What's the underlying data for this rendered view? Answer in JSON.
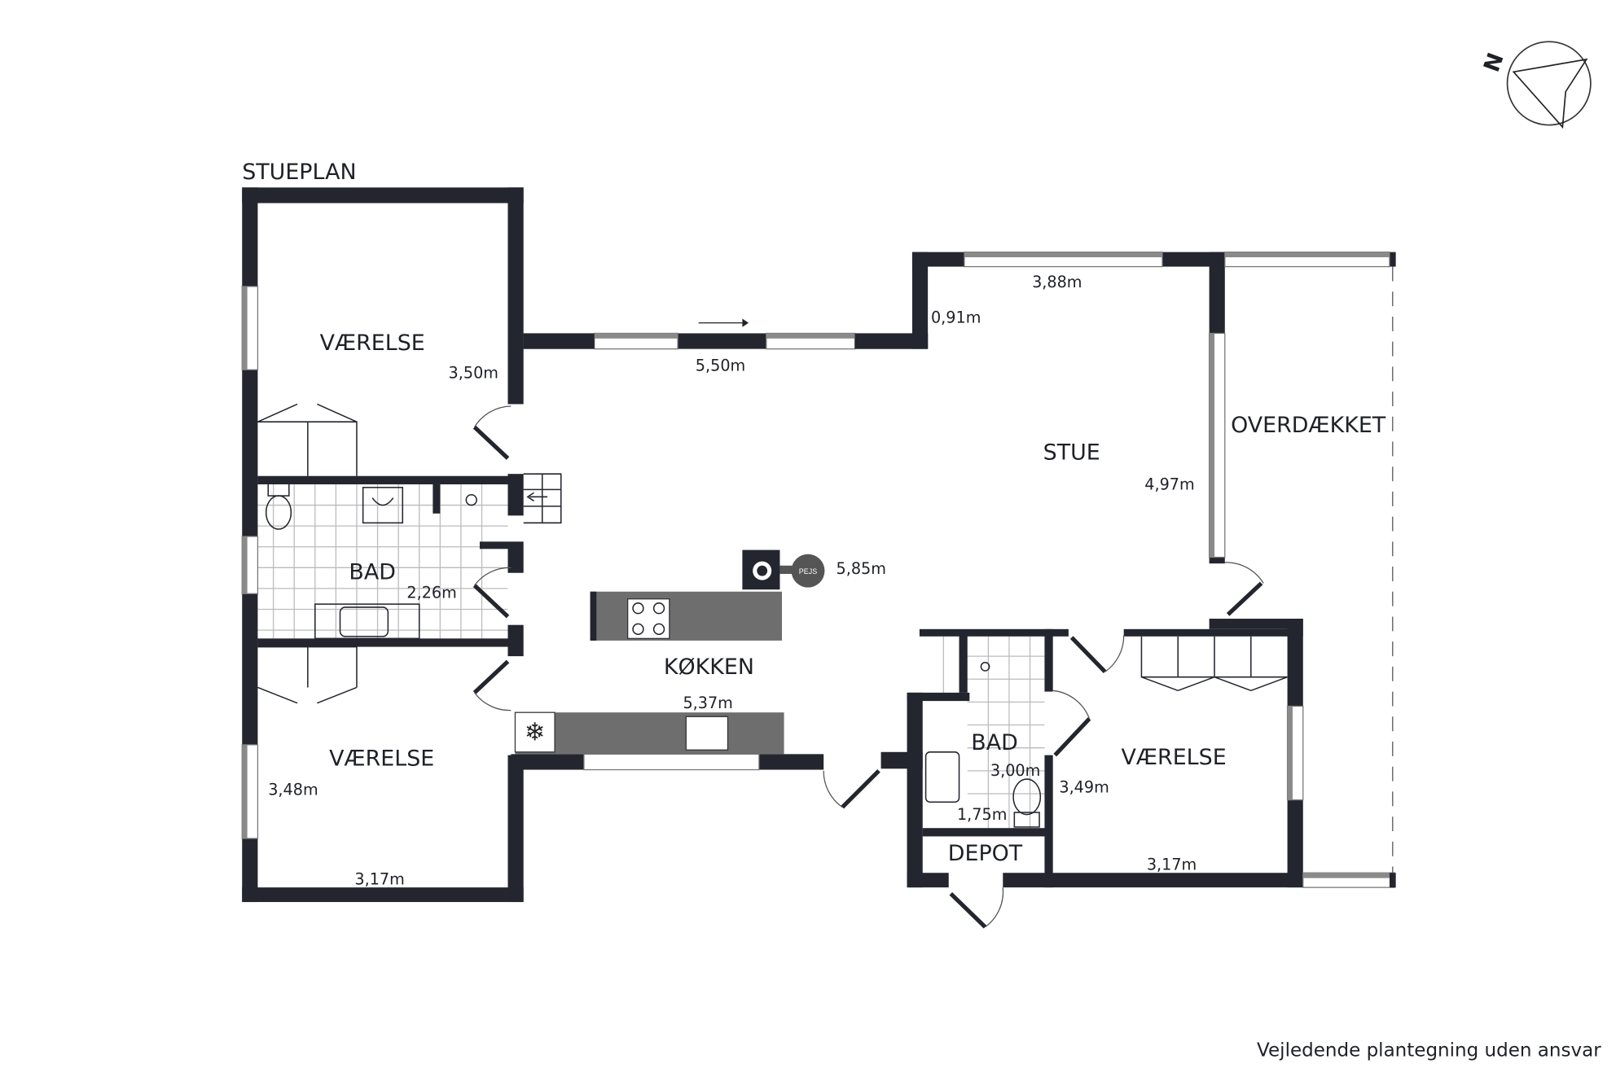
{
  "plan_title": "STUEPLAN",
  "compass": {
    "label": "N"
  },
  "rooms": {
    "vaerelse_1": {
      "name": "VÆRELSE",
      "dim": "3,50m"
    },
    "bad_1": {
      "name": "BAD",
      "dim": "2,26m"
    },
    "vaerelse_2": {
      "name": "VÆRELSE",
      "dim_a": "3,48m",
      "dim_b": "3,17m"
    },
    "stue": {
      "name": "STUE",
      "dim_a": "5,50m",
      "dim_b": "3,88m",
      "dim_c": "0,91m",
      "dim_d": "4,97m",
      "dim_e": "5,85m"
    },
    "overdaekket": {
      "name": "OVERDÆKKET"
    },
    "koekken": {
      "name": "KØKKEN",
      "dim": "5,37m"
    },
    "bad_2": {
      "name": "BAD",
      "dim_a": "3,00m",
      "dim_b": "1,75m"
    },
    "depot": {
      "name": "DEPOT"
    },
    "vaerelse_3": {
      "name": "VÆRELSE",
      "dim_a": "3,49m",
      "dim_b": "3,17m"
    }
  },
  "fireplace_label": "PEJS",
  "footer": "Vejledende plantegning uden ansvar",
  "colors": {
    "wall": "#23262e",
    "counter": "#6e6e6e",
    "window": "#8a8a8a"
  }
}
